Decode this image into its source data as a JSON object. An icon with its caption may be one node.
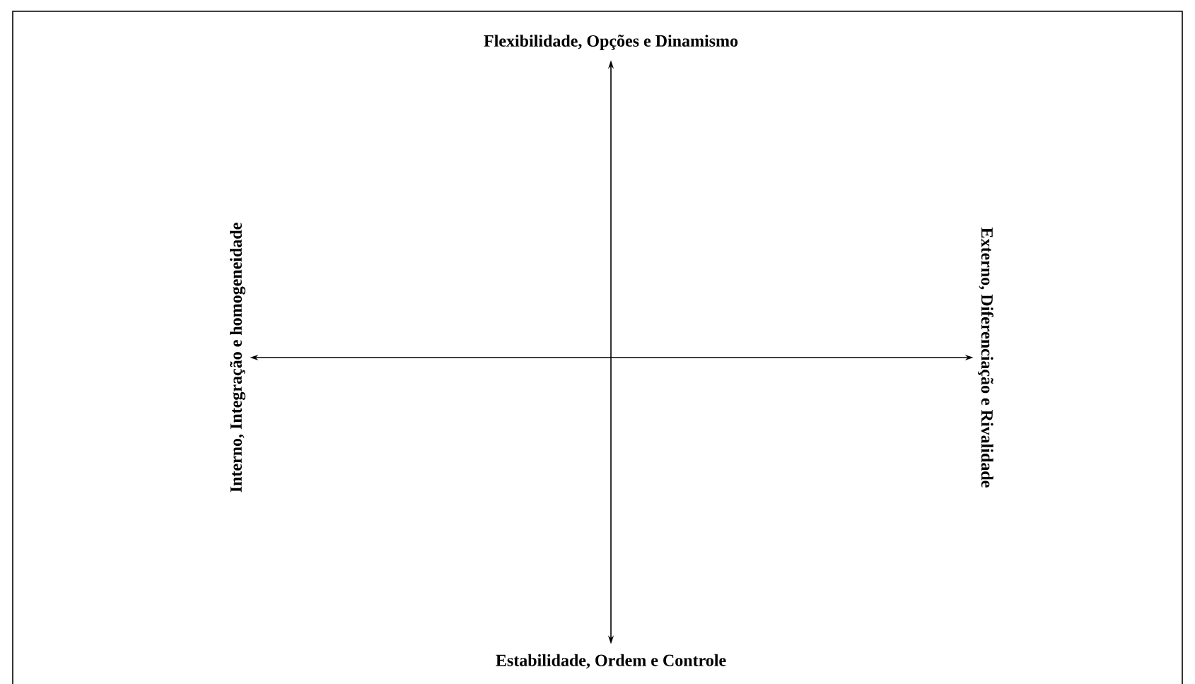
{
  "diagram": {
    "nodes": [
      {
        "text": [
          "Flexibilidade, Opções e Dinamismo"
        ]
      },
      {
        "text": [
          "Estabilidade, Ordem e Controle"
        ]
      },
      {
        "text": [
          "Interno, Integração e homogeneidade"
        ]
      },
      {
        "text": [
          "Externo, Diferenciação e Rivalidade"
        ]
      }
    ],
    "edges": [
      {
        "from": 0,
        "to": 1,
        "arrow": "both"
      },
      {
        "from": 2,
        "to": 3,
        "arrow": "both"
      }
    ]
  }
}
